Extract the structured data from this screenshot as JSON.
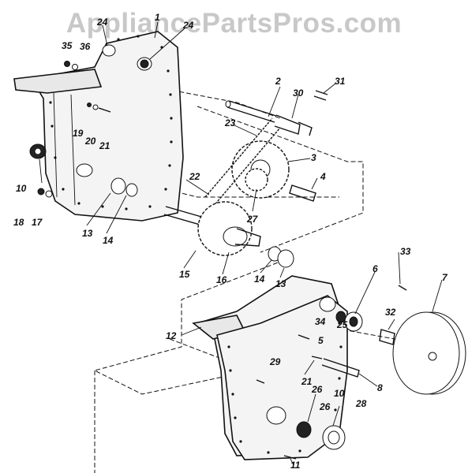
{
  "watermark": "AppliancePartsPros.com",
  "callouts": {
    "c1": "1",
    "c2": "2",
    "c3": "3",
    "c4": "4",
    "c5": "5",
    "c6": "6",
    "c7": "7",
    "c8": "8",
    "c10a": "10",
    "c10b": "10",
    "c11": "11",
    "c12": "12",
    "c13a": "13",
    "c13b": "13",
    "c14a": "14",
    "c14b": "14",
    "c15": "15",
    "c16": "16",
    "c17": "17",
    "c18": "18",
    "c19": "19",
    "c20": "20",
    "c21a": "21",
    "c21b": "21",
    "c22": "22",
    "c23": "23",
    "c24a": "24",
    "c24b": "24",
    "c25": "25",
    "c26a": "26",
    "c26b": "26",
    "c27": "27",
    "c28": "28",
    "c29": "29",
    "c30": "30",
    "c31": "31",
    "c32": "32",
    "c33": "33",
    "c34": "34",
    "c35": "35",
    "c36": "36"
  }
}
